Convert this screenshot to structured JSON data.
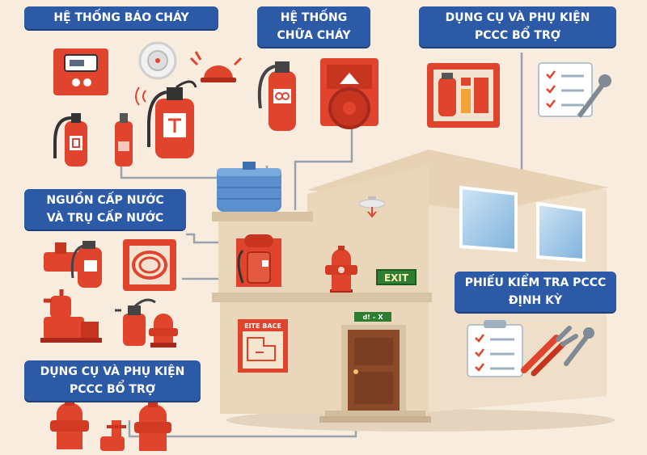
{
  "labels": {
    "alarm": {
      "line1": "HỆ THỐNG BÁO CHÁY"
    },
    "extinguish": {
      "line1": "HỆ THỐNG",
      "line2": "CHỮA CHÁY"
    },
    "tools_top": {
      "line1": "DỤNG CỤ VÀ PHỤ KIỆN",
      "line2": "PCCC BỔ TRỢ"
    },
    "water": {
      "line1": "NGUỒN CẤP NƯỚC",
      "line2": "VÀ TRỤ CẤP NƯỚC"
    },
    "checklist": {
      "line1": "PHIẾU KIỂM TRA PCCC",
      "line2": "ĐỊNH KỲ"
    },
    "tools_bottom": {
      "line1": "DỤNG CỤ VÀ PHỤ KIỆN",
      "line2": "PCCC BỔ TRỢ"
    }
  },
  "signs": {
    "exit": "EXIT",
    "evac_map": "EITE BACE",
    "door_sign": "d! – X"
  },
  "colors": {
    "background": "#f7ecdd",
    "label_blue": "#2d5aa6",
    "fire_red": "#e0442c",
    "building": "#ecd9c0",
    "exit_green": "#2e7d32"
  }
}
